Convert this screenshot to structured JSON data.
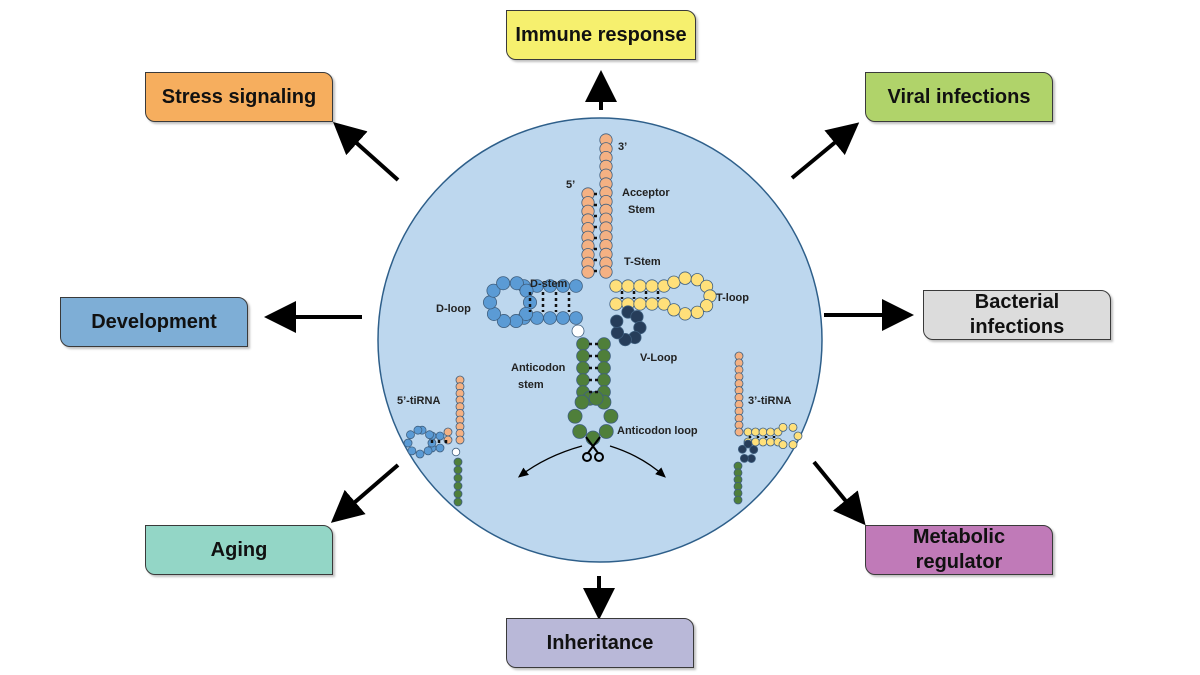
{
  "outcomes": {
    "immune_response": {
      "label": "Immune response",
      "color": "#f6f06e"
    },
    "stress_signaling": {
      "label": "Stress signaling",
      "color": "#f6ae5e"
    },
    "viral_infections": {
      "label": "Viral infections",
      "color": "#b0d36a"
    },
    "development": {
      "label": "Development",
      "color": "#7eaed6"
    },
    "bacterial_infections": {
      "label": "Bacterial infections",
      "color": "#dcdcdc"
    },
    "aging": {
      "label": "Aging",
      "color": "#93d6c6"
    },
    "metabolic_regulator": {
      "label": "Metabolic regulator",
      "color": "#c07ab8"
    },
    "inheritance": {
      "label": "Inheritance",
      "color": "#b9b8d8"
    }
  },
  "trna": {
    "three_prime": "3’",
    "five_prime": "5’",
    "acceptor_stem": "Acceptor Stem",
    "t_stem": "T-Stem",
    "t_loop": "T-loop",
    "d_stem": "D-stem",
    "d_loop": "D-loop",
    "v_loop": "V-Loop",
    "anticodon_stem": "Anticodon stem",
    "anticodon_loop": "Anticodon loop",
    "five_tirna": "5’-tiRNA",
    "three_tirna": "3’-tiRNA",
    "circle_color": "#bdd7ee",
    "acceptor_color": "#f4b183",
    "d_arm_color": "#5b9bd5",
    "t_arm_color": "#ffe07a",
    "v_loop_color": "#263d5a",
    "anticodon_color": "#4f7f3a"
  },
  "icons": {
    "cleavage": "scissors-icon"
  }
}
